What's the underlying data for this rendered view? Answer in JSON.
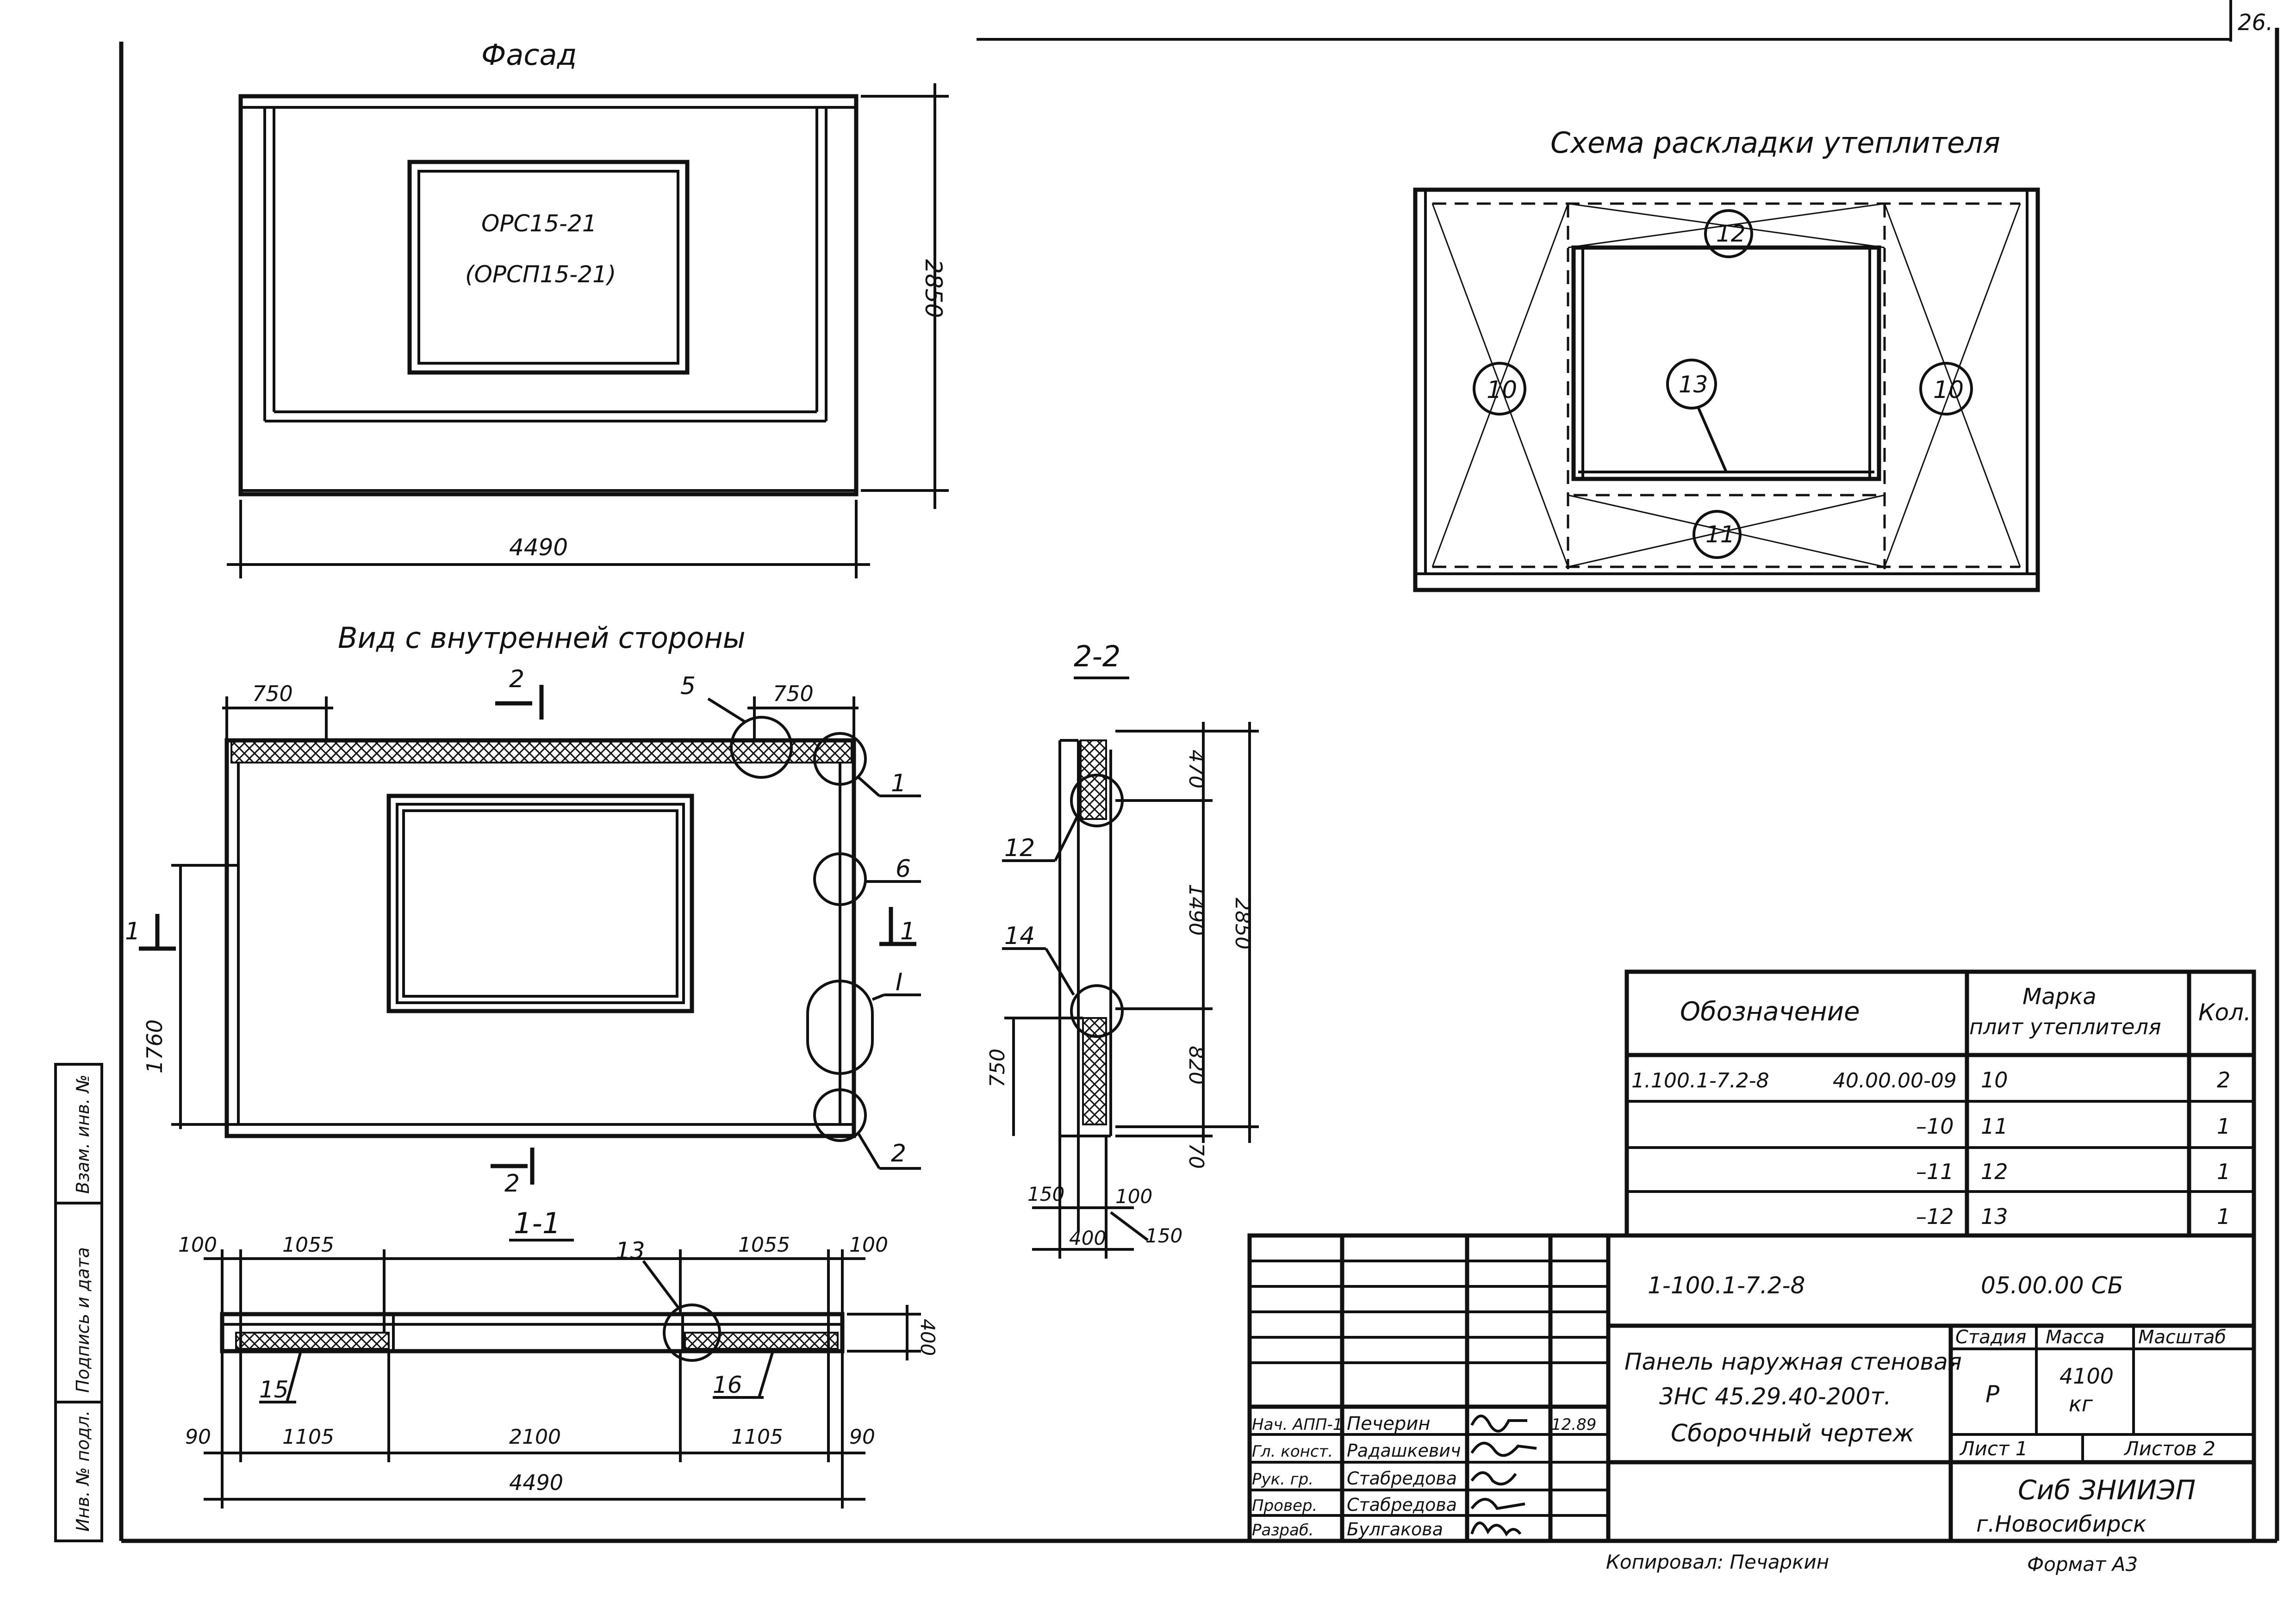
{
  "sheet_number": "26.",
  "facade": {
    "title": "Фасад",
    "window_mark_1": "ОРС15-21",
    "window_mark_2": "(ОРСП15-21)",
    "dim_width": "4490",
    "dim_height": "2850"
  },
  "insulation_scheme": {
    "title": "Схема раскладки утеплителя",
    "callouts": [
      "10",
      "10",
      "11",
      "12",
      "13"
    ]
  },
  "inner_view": {
    "title": "Вид с внутренней стороны",
    "dims": [
      "750",
      "750",
      "1760"
    ],
    "callouts": [
      "1",
      "2",
      "5",
      "6",
      "I"
    ],
    "section_marks": [
      "2",
      "2",
      "1",
      "1"
    ]
  },
  "section_2_2": {
    "title": "2-2",
    "dims": [
      "470",
      "1490",
      "2850",
      "820",
      "750",
      "70",
      "150",
      "100",
      "400",
      "150"
    ],
    "callouts": [
      "12",
      "14"
    ]
  },
  "section_1_1": {
    "title": "1-1",
    "dims_top": [
      "100",
      "1055",
      "1055",
      "100"
    ],
    "dims_bottom": [
      "90",
      "1105",
      "2100",
      "1105",
      "90"
    ],
    "dim_total": "4490",
    "dim_depth": "400",
    "callouts": [
      "13",
      "15",
      "16"
    ]
  },
  "spec_table": {
    "headers": [
      "Обозначение",
      "Марка",
      "плит утеплителя",
      "Кол."
    ],
    "rows": [
      {
        "code_a": "1.100.1-7.2-8",
        "code_b": "40.00.00-09",
        "mark": "10",
        "qty": "2"
      },
      {
        "code_a": "",
        "code_b": "–10",
        "mark": "11",
        "qty": "1"
      },
      {
        "code_a": "",
        "code_b": "–11",
        "mark": "12",
        "qty": "1"
      },
      {
        "code_a": "",
        "code_b": "–12",
        "mark": "13",
        "qty": "1"
      }
    ]
  },
  "title_block": {
    "doc_code": "1-100.1-7.2-8",
    "doc_suffix": "05.00.00 СБ",
    "name_line1": "Панель наружная стеновая",
    "name_line2": "3НС 45.29.40-200т.",
    "name_line3": "Сборочный чертеж",
    "stage_label": "Стадия",
    "mass_label": "Масса",
    "scale_label": "Масштаб",
    "stage": "Р",
    "mass": "4100",
    "mass_unit": "кг",
    "sheet_label": "Лист 1",
    "sheets_label": "Листов 2",
    "org_name": "Сиб ЗНИИЭП",
    "org_city": "г.Новосибирск",
    "date": "12.89",
    "roles": [
      {
        "role": "Нач. АПП-1",
        "name": "Печерин"
      },
      {
        "role": "Гл. конст.",
        "name": "Радашкевич"
      },
      {
        "role": "Рук. гр.",
        "name": "Стабредова"
      },
      {
        "role": "Провер.",
        "name": "Стабредова"
      },
      {
        "role": "Разраб.",
        "name": "Булгакова"
      }
    ]
  },
  "side_stamp": {
    "field1": "Инв. № подл.",
    "field2": "Подпись и дата",
    "field3": "Взам. инв. №"
  },
  "footer": {
    "copied": "Копировал: Печаркин",
    "format": "Формат А3"
  }
}
